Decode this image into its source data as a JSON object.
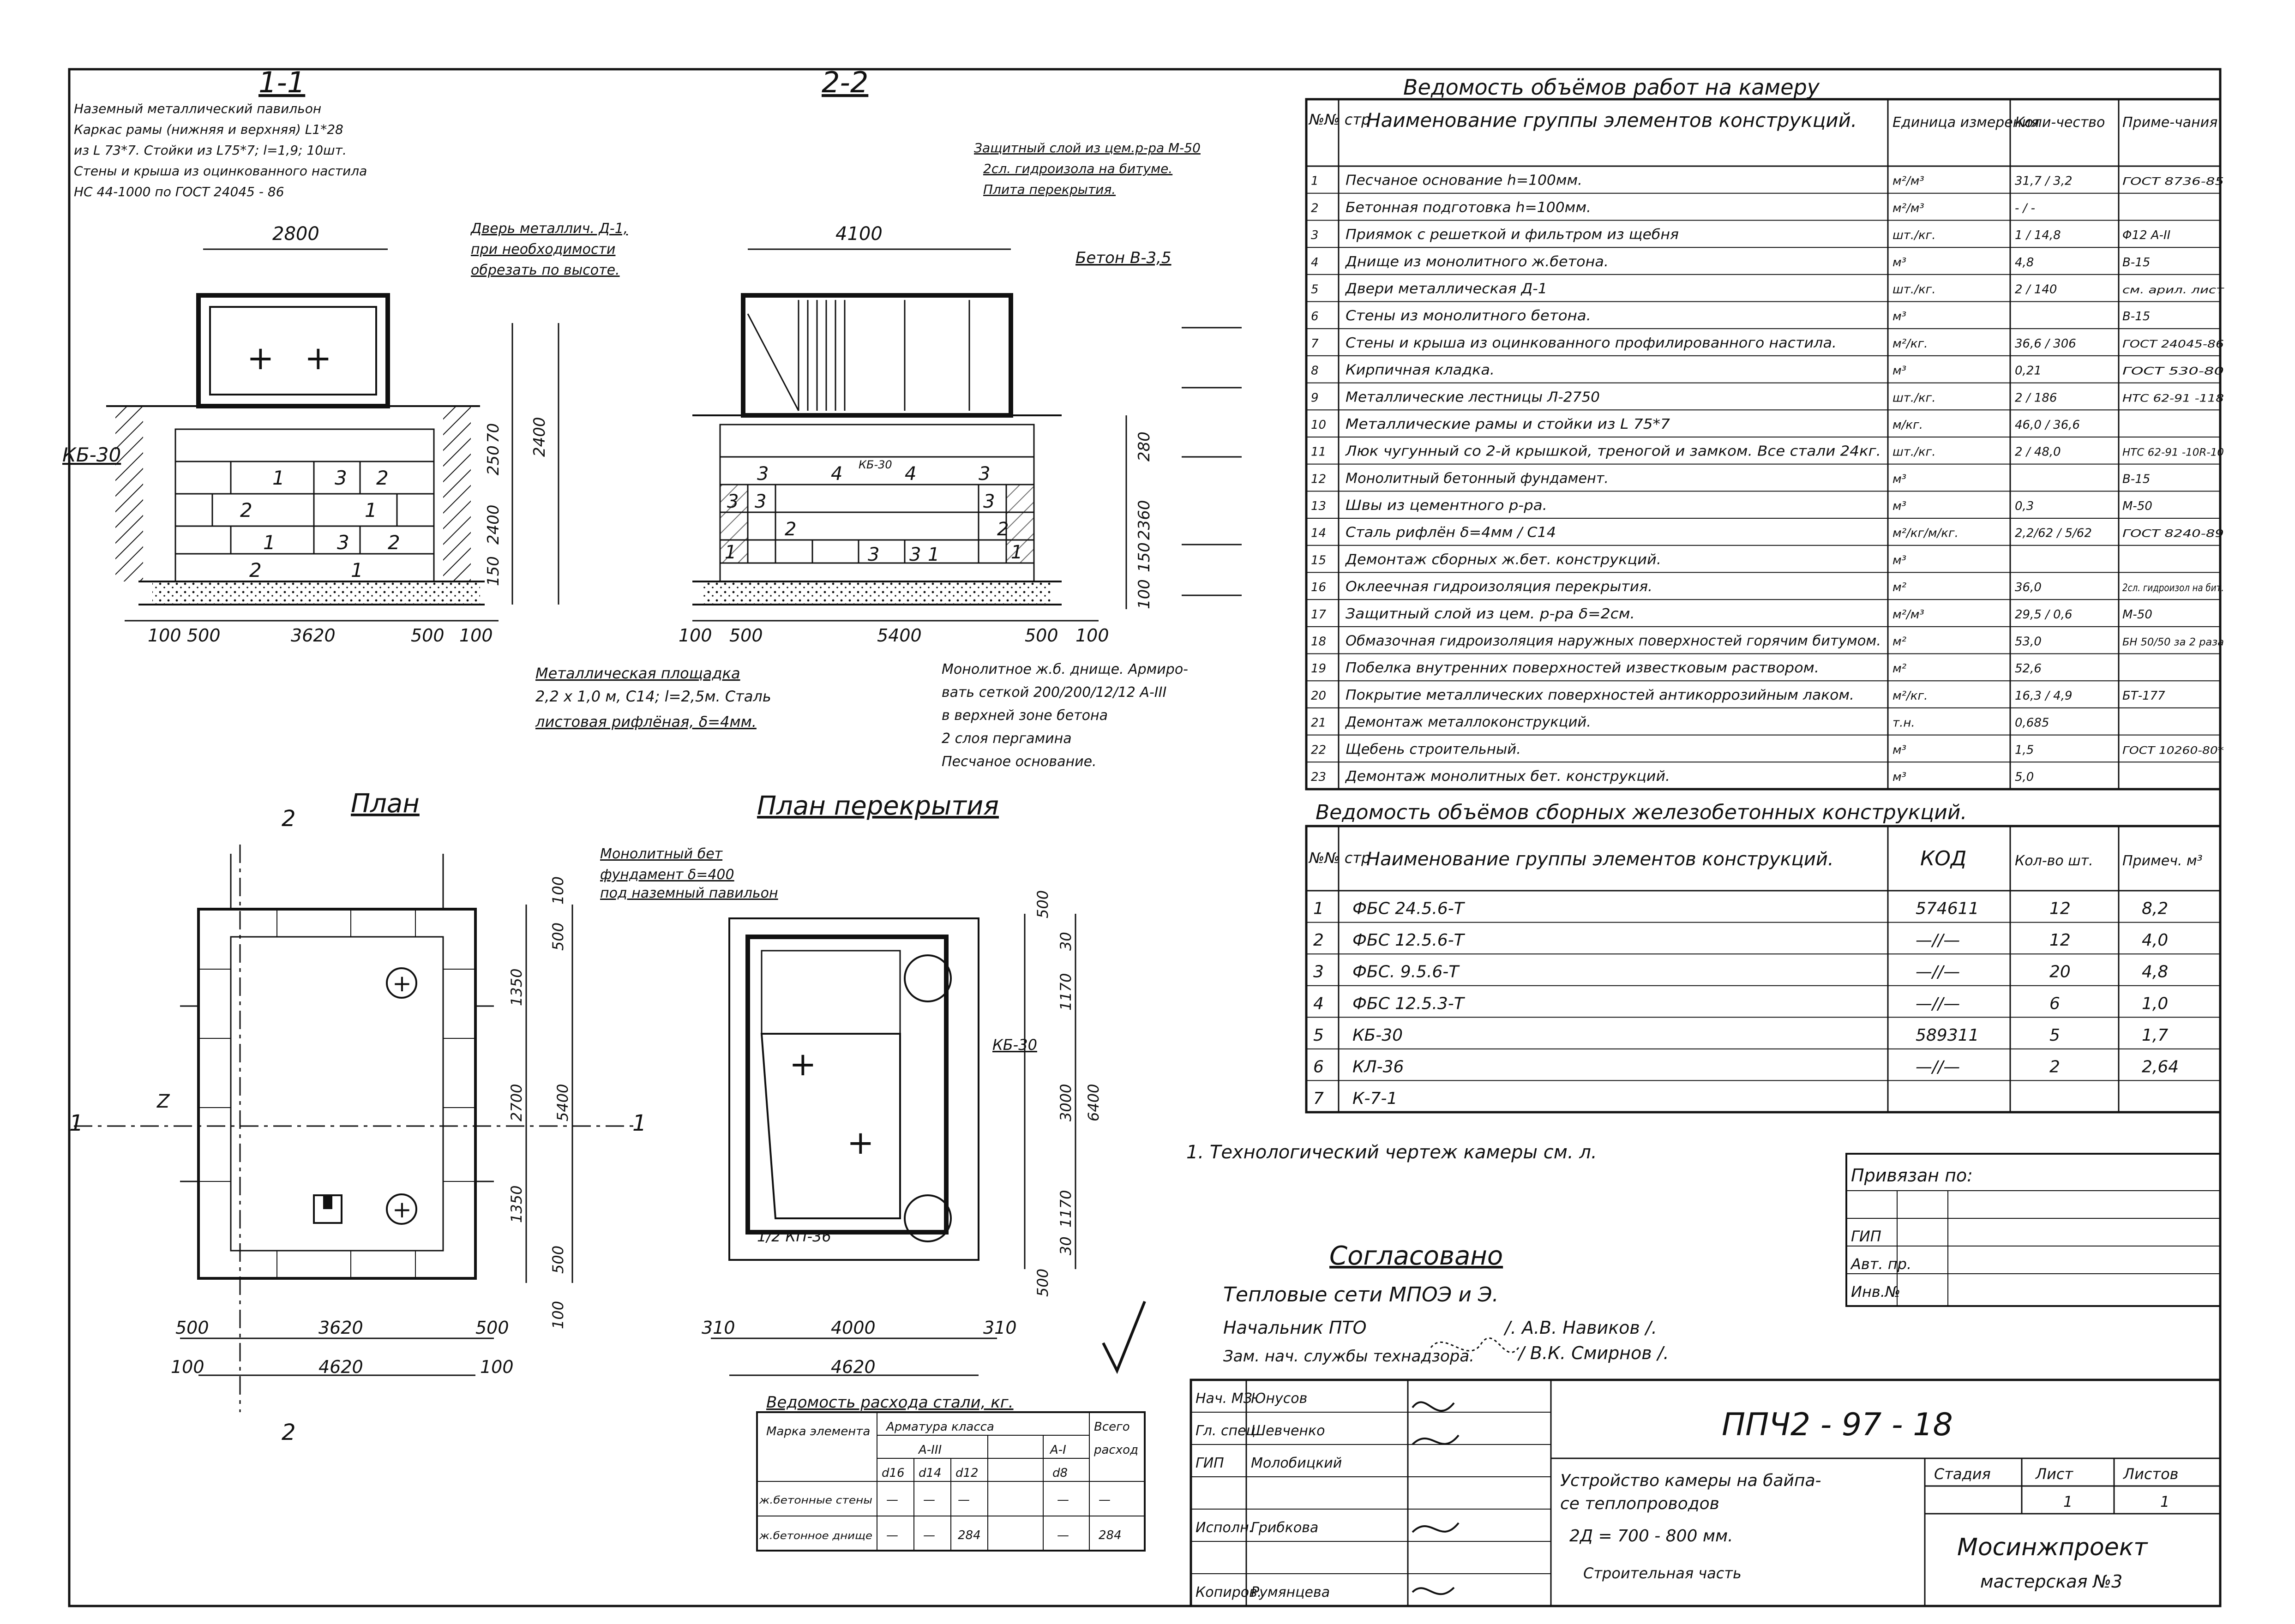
{
  "section_1": {
    "title": "1-1",
    "notes": [
      "Наземный металлический павильон",
      "Каркас рамы (нижняя и верхняя) L1*28",
      "из L 73*7. Стойки из L75*7; l=1,9; 10шт.",
      "Стены и крыша из оцинкованного настила",
      "НС 44-1000 по ГОСТ 24045 - 86"
    ],
    "door_note": [
      "Дверь металлич. Д-1,",
      "при необходимости",
      "обрезать по высоте."
    ],
    "dims_top": "2800",
    "dims_bottom": [
      "100",
      "500",
      "3620",
      "500",
      "100"
    ],
    "dims_right": [
      "70",
      "250",
      "2400",
      "2400",
      "150"
    ],
    "labels": [
      "КБ-30",
      "1",
      "3",
      "2",
      "2",
      "1",
      "1",
      "3",
      "2",
      "2",
      "1"
    ],
    "plate_note": [
      "Металлическая площадка",
      "2,2 х 1,0 м, С14; l=2,5м. Сталь",
      "листовая рифлёная, δ=4мм."
    ]
  },
  "section_2": {
    "title": "2-2",
    "notes": [
      "Защитный слой из цем.р-ра М-50",
      "2сл. гидроизола на битуме.",
      "Плита перекрытия."
    ],
    "concrete": "Бетон В-3,5",
    "dims_top": "4100",
    "dims_bottom": [
      "100",
      "500",
      "5400",
      "500",
      "100"
    ],
    "dims_right": [
      "280",
      "2360",
      "150",
      "100"
    ],
    "labels": [
      "3",
      "4",
      "4",
      "3",
      "3",
      "3",
      "3",
      "2",
      "2",
      "1",
      "3",
      "3",
      "1",
      "1",
      "КБ-30"
    ],
    "bottom_notes": [
      "Монолитное ж.б. днище. Армиро-",
      "вать сеткой 200/200/12/12 А-III",
      "в верхней зоне бетона",
      "2 слоя пергамина",
      "Песчаное основание."
    ]
  },
  "works_table": {
    "title": "Ведомость объёмов работ на камеру",
    "headers": [
      "№№ стр",
      "Наименование группы элементов конструкций.",
      "Единица измерения",
      "Коли-чество",
      "Приме-чания"
    ],
    "rows": [
      [
        "1",
        "Песчаное основание h=100мм.",
        "м²/м³",
        "31,7 / 3,2",
        "ГОСТ 8736-85"
      ],
      [
        "2",
        "Бетонная подготовка h=100мм.",
        "м²/м³",
        "- / -",
        ""
      ],
      [
        "3",
        "Приямок с решеткой и фильтром из щебня",
        "шт./кг.",
        "1 / 14,8",
        "Φ12 А-II"
      ],
      [
        "4",
        "Днище из монолитного ж.бетона.",
        "м³",
        "4,8",
        "В-15"
      ],
      [
        "5",
        "Двери металлическая Д-1",
        "шт./кг.",
        "2 / 140",
        "см. арил. лист"
      ],
      [
        "6",
        "Стены из монолитного бетона.",
        "м³",
        "",
        "В-15"
      ],
      [
        "7",
        "Стены и крыша из оцинкованного профилированного настила.",
        "м²/кг.",
        "36,6 / 306",
        "ГОСТ 24045-86"
      ],
      [
        "8",
        "Кирпичная кладка.",
        "м³",
        "0,21",
        "ГОСТ 530-80"
      ],
      [
        "9",
        "Металлические лестницы Л-2750",
        "шт./кг.",
        "2 / 186",
        "НТС 62-91 -118"
      ],
      [
        "10",
        "Металлические рамы и стойки из L 75*7",
        "м/кг.",
        "46,0 / 36,6",
        ""
      ],
      [
        "11",
        "Люк чугунный со 2-й крышкой, треногой и замком. Все стали 24кг.",
        "шт./кг.",
        "2 / 48,0",
        "НТС 62-91 -10R-10"
      ],
      [
        "12",
        "Монолитный бетонный фундамент.",
        "м³",
        "",
        "В-15"
      ],
      [
        "13",
        "Швы из цементного р-ра.",
        "м³",
        "0,3",
        "М-50"
      ],
      [
        "14",
        "Сталь рифлён δ=4мм / С14",
        "м²/кг/м/кг.",
        "2,2/62 / 5/62",
        "ГОСТ 8240-89"
      ],
      [
        "15",
        "Демонтаж сборных ж.бет. конструкций.",
        "м³",
        "",
        ""
      ],
      [
        "16",
        "Оклеечная гидроизоляция перекрытия.",
        "м²",
        "36,0",
        "2сл. гидроизол на бит."
      ],
      [
        "17",
        "Защитный слой из цем. р-ра δ=2см.",
        "м²/м³",
        "29,5 / 0,6",
        "М-50"
      ],
      [
        "18",
        "Обмазочная гидроизоляция наружных поверхностей горячим битумом.",
        "м²",
        "53,0",
        "БН 50/50 за 2 раза"
      ],
      [
        "19",
        "Побелка внутренних поверхностей известковым раствором.",
        "м²",
        "52,6",
        ""
      ],
      [
        "20",
        "Покрытие металлических поверхностей антикоррозийным лаком.",
        "м²/кг.",
        "16,3 / 4,9",
        "БТ-177"
      ],
      [
        "21",
        "Демонтаж металлоконструкций.",
        "т.н.",
        "0,685",
        ""
      ],
      [
        "22",
        "Щебень строительный.",
        "м³",
        "1,5",
        "ГОСТ 10260-80*"
      ],
      [
        "23",
        "Демонтаж монолитных бет. конструкций.",
        "м³",
        "5,0",
        ""
      ]
    ]
  },
  "precast_table": {
    "title": "Ведомость объёмов сборных железобетонных конструкций.",
    "headers": [
      "№№ стр",
      "Наименование группы элементов конструкций.",
      "КОД",
      "Кол-во шт.",
      "Примеч. м³"
    ],
    "rows": [
      [
        "1",
        "ФБС 24.5.6-Т",
        "574611",
        "12",
        "8,2"
      ],
      [
        "2",
        "ФБС 12.5.6-Т",
        "—//—",
        "12",
        "4,0"
      ],
      [
        "3",
        "ФБС. 9.5.6-Т",
        "—//—",
        "20",
        "4,8"
      ],
      [
        "4",
        "ФБС 12.5.3-Т",
        "—//—",
        "6",
        "1,0"
      ],
      [
        "5",
        "КБ-30",
        "589311",
        "5",
        "1,7"
      ],
      [
        "6",
        "КЛ-36",
        "—//—",
        "2",
        "2,64"
      ],
      [
        "7",
        "К-7-1",
        "",
        "",
        ""
      ]
    ]
  },
  "plan": {
    "title": "План",
    "marks": [
      "2",
      "2",
      "1",
      "1"
    ],
    "dims_bottom": [
      "500",
      "3620",
      "500",
      "100",
      "4620",
      "100"
    ],
    "dims_right": [
      "100",
      "500",
      "1350",
      "2700",
      "5400",
      "1350",
      "500",
      "100"
    ],
    "dim_left": "Z"
  },
  "slab_plan": {
    "title": "План перекрытия",
    "note": [
      "Монолитный бет",
      "фундамент δ=400",
      "под наземный павильон"
    ],
    "kb": "КБ-30",
    "kp": "1/2 КП-36",
    "dims_right": [
      "500",
      "30",
      "1170",
      "3000",
      "6400",
      "1170",
      "30",
      "500"
    ],
    "dims_bottom": [
      "310",
      "4000",
      "310",
      "4620"
    ]
  },
  "steel_table": {
    "title": "Ведомость расхода стали, кг.",
    "headers": [
      "Марка элемента",
      "Арматура класса",
      "А-III",
      "А-I",
      "Всего",
      "d16",
      "d14",
      "d12",
      "d8",
      "расход"
    ],
    "rows": [
      [
        "ж.бетонные стены",
        "—",
        "—",
        "—",
        "—",
        "—"
      ],
      [
        "ж.бетонное днище",
        "—",
        "—",
        "284",
        "—",
        "284"
      ]
    ]
  },
  "footnote": "1. Технологический чертеж камеры см. л.",
  "approval": {
    "title": "Согласовано",
    "org": "Тепловые сети МПОЭ и Э.",
    "lines": [
      [
        "Начальник ПТО",
        "/. А.В. Навиков /."
      ],
      [
        "Зам. нач. службы технадзора.",
        "/ В.К. Смирнов /."
      ]
    ]
  },
  "binding": {
    "title": "Привязан по:",
    "rows": [
      "",
      "",
      "ГИП",
      "Авт. пр.",
      "Инв.№"
    ]
  },
  "title_block": {
    "code": "ППЧ2 - 97 - 18",
    "staff": [
      [
        "Нач. МЗ",
        "Юнусов"
      ],
      [
        "Гл. спец.",
        "Шевченко"
      ],
      [
        "ГИП",
        "Молобицкий"
      ],
      [
        "",
        ""
      ],
      [
        "Исполн.",
        "Грибкова"
      ],
      [
        "",
        ""
      ],
      [
        "Копиров.",
        "Румянцева"
      ]
    ],
    "description": [
      "Устройство камеры на байпа-",
      "се теплопроводов",
      "2Д = 700 - 800 мм.",
      "Строительная часть"
    ],
    "stage_headers": [
      "Стадия",
      "Лист",
      "Листов"
    ],
    "stage_values": [
      "",
      "1",
      "1"
    ],
    "org": [
      "Мосинжпроект",
      "мастерская №3"
    ]
  }
}
